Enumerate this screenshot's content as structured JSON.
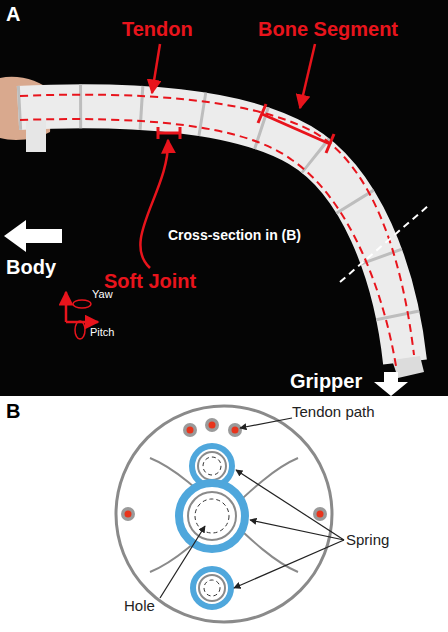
{
  "diagram": {
    "labels": [
      "A",
      "Tendon",
      "Bone Segment",
      "Body",
      "Soft Joint",
      "Cross-section in (B)",
      "Yaw",
      "Pitch",
      "Gripper",
      "B",
      "Tendon path",
      "Spring",
      "Hole"
    ]
  }
}
